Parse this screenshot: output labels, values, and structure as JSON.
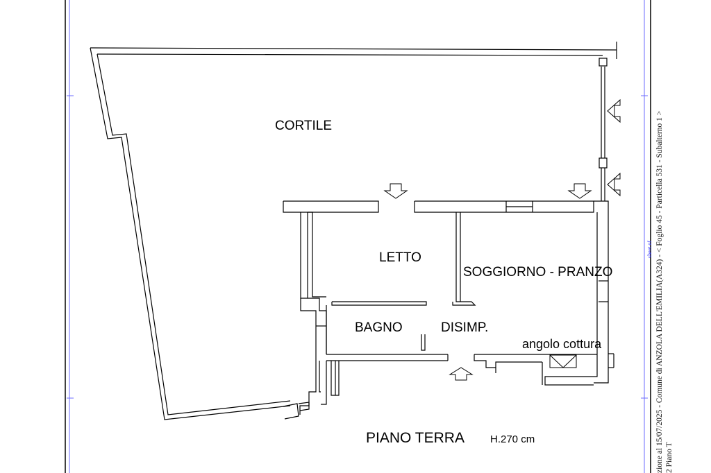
{
  "rooms": {
    "cortile": "CORTILE",
    "letto": "LETTO",
    "soggiorno": "SOGGIORNO - PRANZO",
    "bagno": "BAGNO",
    "disimp": "DISIMP.",
    "angolo": "angolo cottura"
  },
  "title": {
    "floor": "PIANO TERRA",
    "height": "H.270 cm"
  },
  "margin": {
    "line1": "zione al 15/07/2025 - Comune di ANZOLA DELL'EMILIA(A324) - <  Foglio 45 - Particella  531 - Subalterno 1 >",
    "line2": "2 Piano T",
    "stamp": "sheet of"
  },
  "colors": {
    "line": "#000000",
    "frame": "#5a5aff"
  }
}
